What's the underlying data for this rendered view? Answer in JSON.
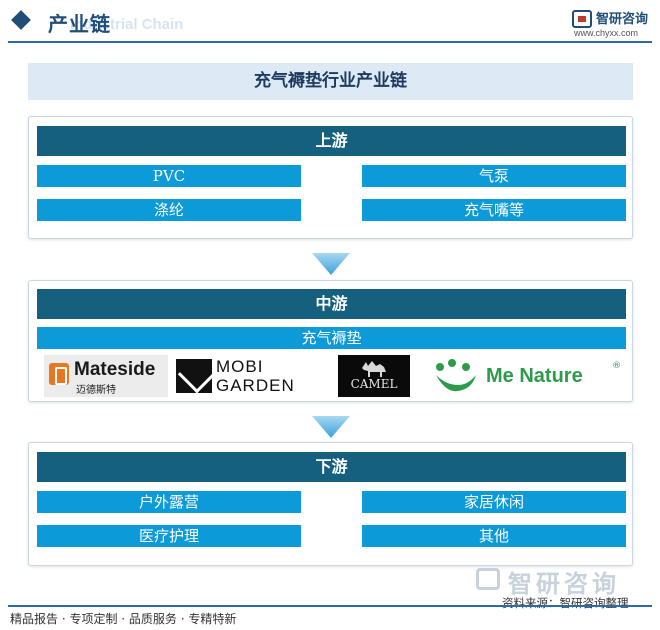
{
  "header": {
    "section_title": "产业链",
    "watermark_text": "Industrial Chain",
    "brand_name": "智研咨询",
    "brand_url": "www.chyxx.com"
  },
  "main_title": "充气褥垫行业产业链",
  "upstream": {
    "title": "上游",
    "items": [
      "PVC",
      "气泵",
      "涤纶",
      "充气嘴等"
    ]
  },
  "midstream": {
    "title": "中游",
    "product": "充气褥垫",
    "brands": [
      {
        "name": "Mateside",
        "sub": "迈德斯特"
      },
      {
        "name_line1": "MOBI",
        "name_line2": "GARDEN"
      },
      {
        "name": "CAMEL"
      },
      {
        "name": "Me Nature",
        "mark": "®"
      }
    ]
  },
  "downstream": {
    "title": "下游",
    "items": [
      "户外露营",
      "家居休闲",
      "医疗护理",
      "其他"
    ]
  },
  "footer": {
    "watermark_logo": "智研咨询",
    "source": "资料来源：智研咨询整理",
    "tagline": "精品报告 · 专项定制 · 品质服务 · 专精特新"
  },
  "colors": {
    "stage_header": "#15607e",
    "item_fill": "#0d9ad8",
    "title_bg": "#dde9f5",
    "accent": "#1f4e79"
  }
}
